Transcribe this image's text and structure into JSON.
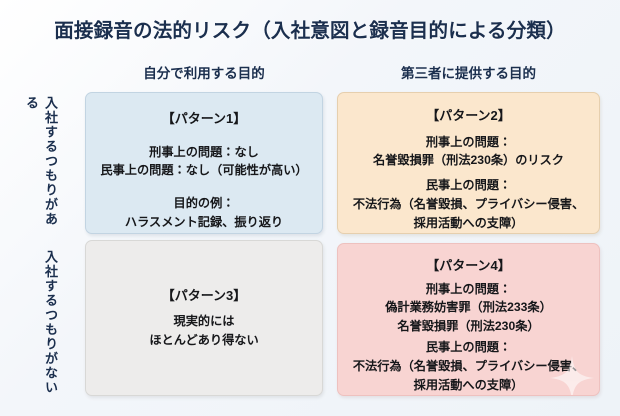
{
  "slide": {
    "title": "面接録音の法的リスク（入社意図と録音目的による分類）",
    "columns": [
      {
        "id": "self-use",
        "label": "自分で利用する目的"
      },
      {
        "id": "third-party",
        "label": "第三者に提供する目的"
      }
    ],
    "rows": [
      {
        "id": "intends-to-join",
        "label": "入社するつもりがある"
      },
      {
        "id": "not-intends-to-join",
        "label": "入社するつもりがない"
      }
    ],
    "boxes": [
      {
        "id": "pattern1",
        "title": "【パターン1】",
        "body_1": "刑事上の問題：なし\n民事上の問題：なし（可能性が高い）",
        "body_2": "目的の例：\nハラスメント記録、振り返り",
        "color": "#dce9f2"
      },
      {
        "id": "pattern2",
        "title": "【パターン2】",
        "body_1": "刑事上の問題：\n名誉毀損罪（刑法230条）のリスク",
        "body_2": "民事上の問題：\n不法行為（名誉毀損、プライバシー侵害、\n採用活動への支障）",
        "color": "#fbe7cd"
      },
      {
        "id": "pattern3",
        "title": "【パターン3】",
        "body_1": "現実的には\nほとんどあり得ない",
        "color": "#edeceb"
      },
      {
        "id": "pattern4",
        "title": "【パターン4】",
        "body_1": "刑事上の問題：\n偽計業務妨害罪（刑法233条）\n名誉毀損罪（刑法230条）",
        "body_2": "民事上の問題：\n不法行為（名誉毀損、プライバシー侵害、\n採用活動への支障）",
        "color": "#f8d4d2"
      }
    ],
    "accent_color": "#1b2f4e",
    "background_color": "#eef3f8"
  }
}
